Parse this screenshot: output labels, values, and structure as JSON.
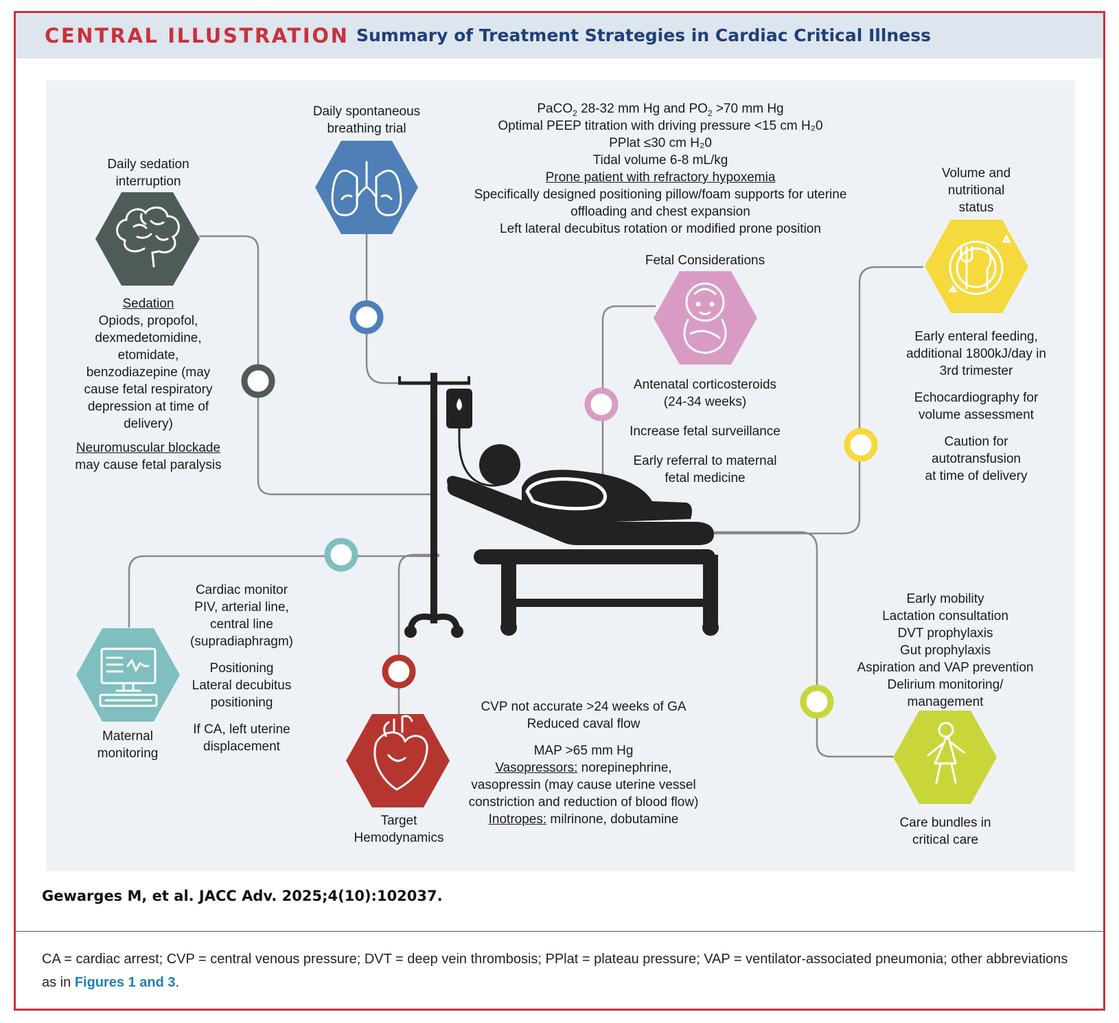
{
  "header": {
    "label": "CENTRAL ILLUSTRATION",
    "title": "Summary of Treatment Strategies in Cardiac Critical Illness"
  },
  "colors": {
    "frame": "#c8323c",
    "header_bg": "#dde5ee",
    "title_blue": "#1e3f7a",
    "panel_bg": "#eef2f7",
    "sedation": "#4f5b58",
    "breathing": "#4f7fb7",
    "fetal": "#d89cc4",
    "nutrition": "#f6d93c",
    "maternal": "#7fbfbf",
    "hemodynamics": "#b5362e",
    "care": "#c9d63a",
    "link": "#1f7fb8"
  },
  "nodes": {
    "sedation": {
      "icon": "brain-icon",
      "title_lines": [
        "Daily sedation",
        "interruption"
      ],
      "heading": "Sedation",
      "body_lines": [
        "Opiods, propofol,",
        "dexmedetomidine,",
        "etomidate,",
        "benzodiazepine (may",
        "cause fetal respiratory",
        "depression at time of",
        "delivery)"
      ],
      "heading2": "Neuromuscular blockade",
      "body2": "may cause fetal paralysis"
    },
    "breathing": {
      "icon": "lungs-icon",
      "title_lines": [
        "Daily spontaneous",
        "breathing trial"
      ]
    },
    "ventilation": {
      "l1_a": "PaCO",
      "l1_sub1": "2",
      "l1_b": " 28-32 mm Hg and PO",
      "l1_sub2": "2",
      "l1_c": " >70 mm Hg",
      "l2": "Optimal PEEP titration with driving pressure <15 cm H₂0",
      "l3": "PPlat ≤30 cm H₂0",
      "l4": "Tidal volume 6-8 mL/kg",
      "l5": "Prone patient with refractory hypoxemia",
      "l6": "Specifically designed positioning pillow/foam supports for uterine",
      "l7": "offloading and chest expansion",
      "l8": "Left lateral decubitus rotation or modified prone position"
    },
    "fetal": {
      "icon": "baby-icon",
      "title": "Fetal Considerations",
      "l1": "Antenatal corticosteroids",
      "l2": "(24-34 weeks)",
      "l3": "Increase fetal surveillance",
      "l4": "Early referral to maternal",
      "l5": "fetal medicine"
    },
    "nutrition": {
      "icon": "plate-fork-knife-icon",
      "title_lines": [
        "Volume and",
        "nutritional",
        "status"
      ],
      "l1": "Early enteral feeding,",
      "l2": "additional 1800kJ/day in",
      "l3": "3rd trimester",
      "l4": "Echocardiography for",
      "l5": "volume assessment",
      "l6": "Caution for",
      "l7": "autotransfusion",
      "l8": "at time of delivery"
    },
    "maternal": {
      "icon": "computer-monitor-icon",
      "title_lines": [
        "Maternal",
        "monitoring"
      ],
      "l1": "Cardiac monitor",
      "l2": "PIV, arterial line,",
      "l3": "central line",
      "l4": "(supradiaphragm)",
      "l5": "Positioning",
      "l6": "Lateral decubitus",
      "l7": "positioning",
      "l8": "If CA, left uterine",
      "l9": "displacement"
    },
    "hemodynamics": {
      "icon": "heart-icon",
      "title_lines": [
        "Target",
        "Hemodynamics"
      ],
      "l1": "CVP not accurate >24 weeks of GA",
      "l2": "Reduced caval flow",
      "l3": "MAP >65 mm Hg",
      "l4_label": "Vasopressors:",
      "l4_rest": " norepinephrine,",
      "l5": "vasopressin (may cause uterine vessel",
      "l6": "constriction and reduction of blood flow)",
      "l7_label": "Inotropes:",
      "l7_rest": " milrinone, dobutamine"
    },
    "care": {
      "icon": "walking-person-icon",
      "title_lines": [
        "Care bundles in",
        "critical care"
      ],
      "l1": "Early mobility",
      "l2": "Lactation consultation",
      "l3": "DVT prophylaxis",
      "l4": "Gut prophylaxis",
      "l5": "Aspiration and VAP prevention",
      "l6": "Delirium monitoring/",
      "l7": "management"
    },
    "center": {
      "icon": "patient-in-bed-with-iv-icon"
    }
  },
  "citation": "Gewarges M, et al. JACC Adv. 2025;4(10):102037.",
  "footnote": {
    "text": "CA = cardiac arrest; CVP = central venous pressure; DVT = deep vein thrombosis; PPlat = plateau pressure; VAP = ventilator-associated pneumonia; other abbreviations as in ",
    "link": "Figures 1 and 3",
    "end": "."
  }
}
